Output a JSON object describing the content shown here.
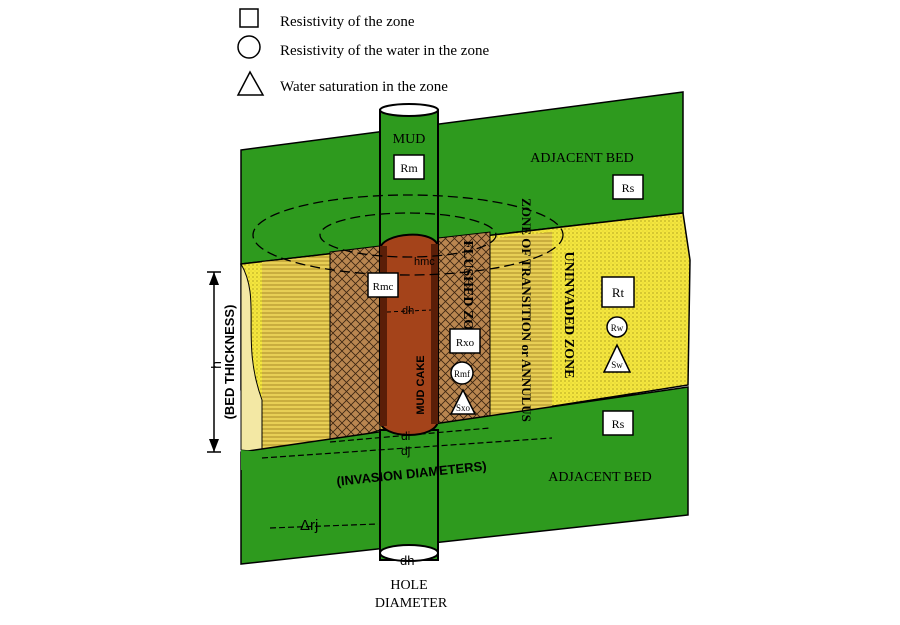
{
  "legend": {
    "items": [
      {
        "icon": "square-icon",
        "label": "Resistivity of the zone"
      },
      {
        "icon": "circle-icon",
        "label": "Resistivity of the water in the zone"
      },
      {
        "icon": "triangle-icon",
        "label": "Water saturation in the zone"
      }
    ]
  },
  "labels": {
    "mud": "MUD",
    "adjacent_bed_top": "ADJACENT BED",
    "adjacent_bed_bottom": "ADJACENT BED",
    "flushed_zone": "FLUSHED ZONE",
    "transition_zone": "ZONE OF TRANSITION or ANNULUS",
    "uninvaded_zone": "UNINVADED ZONE",
    "mud_cake": "MUD CAKE",
    "bed_thickness": "(BED THICKNESS)",
    "h": "h",
    "hmc": "hmc",
    "dh_upper": "dh",
    "di": "di",
    "dj": "dj",
    "invasion_diameters": "(INVASION DIAMETERS)",
    "delta_rj": "Δrj",
    "dh_lower": "dh",
    "hole_diameter_line1": "HOLE",
    "hole_diameter_line2": "DIAMETER"
  },
  "boxes": {
    "rm": "Rm",
    "rs_top": "Rs",
    "rs_bottom": "Rs",
    "rmc": "Rmc",
    "rxo": "Rxo",
    "rt": "Rt",
    "rmf": "Rmf",
    "rw": "Rw",
    "sxo": "Sxo",
    "sw": "Sw"
  },
  "colors": {
    "bed_green": "#2e9a1e",
    "zone_yellow": "#f2e13a",
    "hatch_brown": "#b07a45",
    "mud_cake_brown": "#a4431a",
    "mudcake_dark": "#5a1e08",
    "outline": "#000000"
  }
}
